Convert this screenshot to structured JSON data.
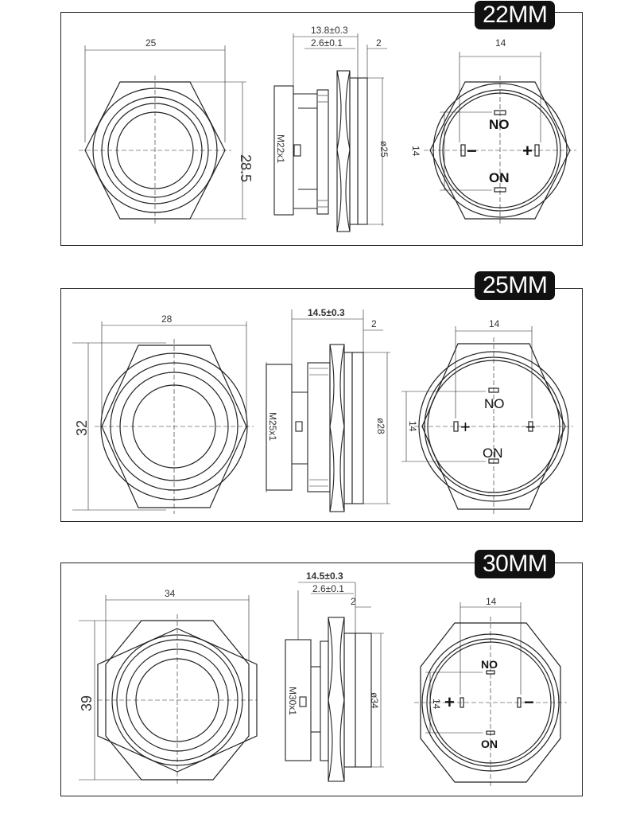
{
  "panels": [
    {
      "badge": "22MM",
      "front_width": "25",
      "front_height": "28.5",
      "side_total": "13.8±0.3",
      "side_thread_len": "2.6±0.1",
      "side_nut": "2",
      "thread": "M22x1",
      "diameter": "ø25",
      "pin_spacing_h": "14",
      "pin_spacing_v": "14",
      "label_no": "NO",
      "label_on": "ON",
      "sym_minus": "−",
      "sym_plus": "+"
    },
    {
      "badge": "25MM",
      "front_width": "28",
      "front_height": "32",
      "side_total": "14.5±0.3",
      "side_nut": "2",
      "thread": "M25x1",
      "diameter": "ø28",
      "pin_spacing_h": "14",
      "pin_spacing_v": "14",
      "label_no": "NO",
      "label_on": "ON",
      "sym_minus": "−",
      "sym_plus": "+"
    },
    {
      "badge": "30MM",
      "front_width": "34",
      "front_height": "39",
      "side_total": "14.5±0.3",
      "side_thread_len": "2.6±0.1",
      "side_nut": "2",
      "thread": "M30x1",
      "diameter": "ø34",
      "pin_spacing_h": "14",
      "pin_spacing_v": "14",
      "label_no": "NO",
      "label_on": "ON",
      "sym_minus": "−",
      "sym_plus": "+"
    }
  ]
}
